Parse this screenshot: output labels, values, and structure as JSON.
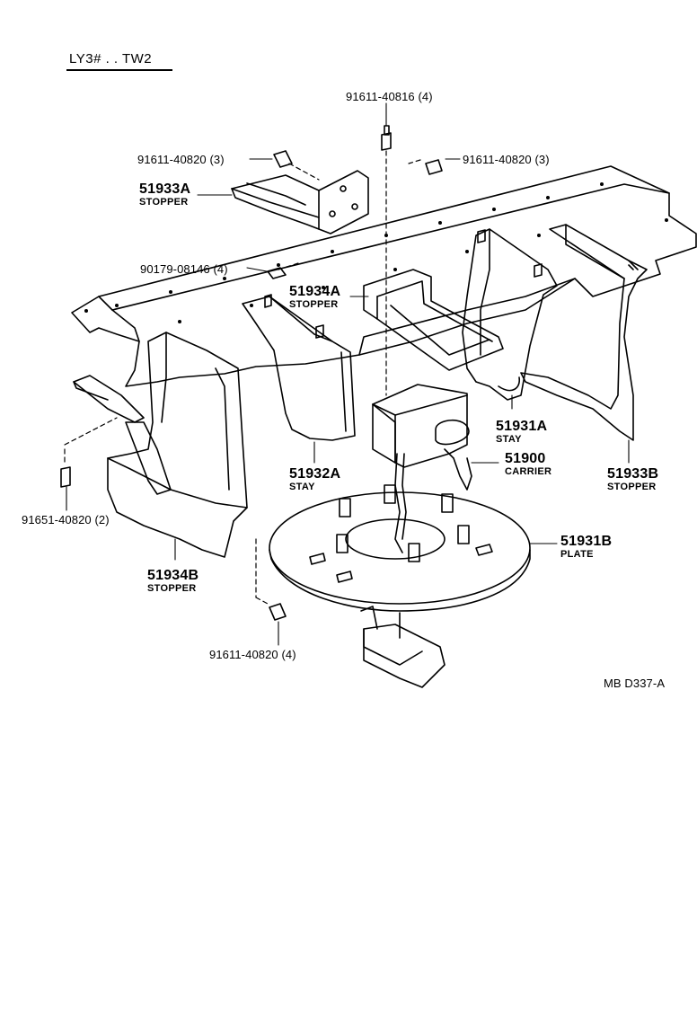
{
  "header": {
    "model_code": "LY3# . . TW2"
  },
  "diagram_code": "MB  D337-A",
  "fasteners": {
    "f_top_center": "91611-40816 (4)",
    "f_top_left": "91611-40820 (3)",
    "f_top_right": "91611-40820 (3)",
    "f_nut": "90179-08146 (4)",
    "f_left": "91651-40820 (2)",
    "f_bottom": "91611-40820 (4)"
  },
  "parts": {
    "p51933A": {
      "number": "51933A",
      "name": "STOPPER"
    },
    "p51934A": {
      "number": "51934A",
      "name": "STOPPER"
    },
    "p51931A": {
      "number": "51931A",
      "name": "STAY"
    },
    "p51932A": {
      "number": "51932A",
      "name": "STAY"
    },
    "p51900": {
      "number": "51900",
      "name": "CARRIER"
    },
    "p51933B": {
      "number": "51933B",
      "name": "STOPPER"
    },
    "p51934B": {
      "number": "51934B",
      "name": "STOPPER"
    },
    "p51931B": {
      "number": "51931B",
      "name": "PLATE"
    }
  },
  "colors": {
    "ink": "#000000",
    "paper": "#ffffff"
  }
}
